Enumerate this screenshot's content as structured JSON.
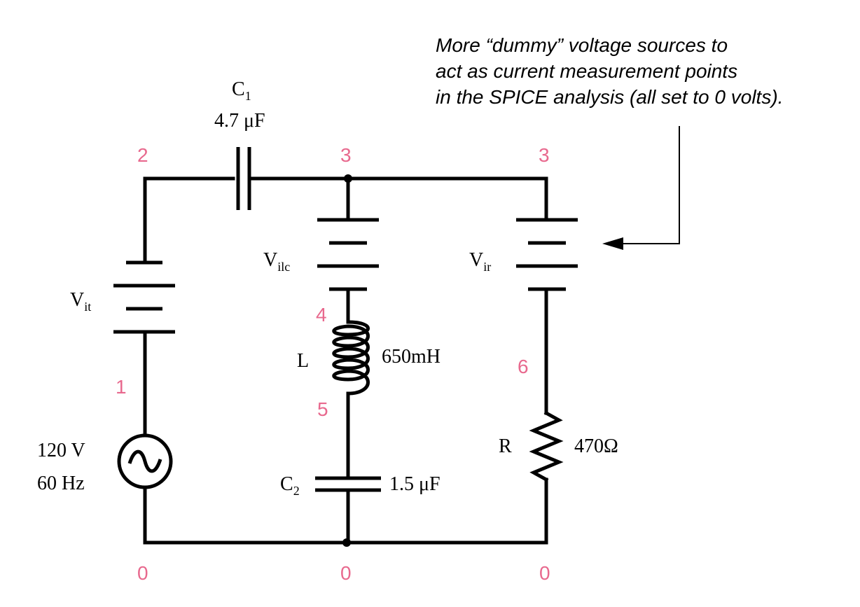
{
  "annotation": {
    "lines": [
      "More “dummy” voltage sources to",
      "act as current measurement points",
      "in the SPICE analysis (all set to 0 volts)."
    ]
  },
  "nodes": {
    "n2": "2",
    "n3_left": "3",
    "n3_right": "3",
    "n4": "4",
    "n5": "5",
    "n6": "6",
    "n1": "1",
    "n0_left": "0",
    "n0_mid": "0",
    "n0_right": "0"
  },
  "components": {
    "c1": {
      "name": "C",
      "sub": "1",
      "value": "4.7 μF"
    },
    "vit": {
      "name": "V",
      "sub": "it"
    },
    "vilc": {
      "name": "V",
      "sub": "ilc"
    },
    "vir": {
      "name": "V",
      "sub": "ir"
    },
    "l": {
      "name": "L",
      "value": "650mH"
    },
    "c2": {
      "name": "C",
      "sub": "2",
      "value": "1.5 μF"
    },
    "r": {
      "name": "R",
      "value": "470Ω"
    },
    "source": {
      "voltage": "120 V",
      "frequency": "60 Hz"
    }
  }
}
